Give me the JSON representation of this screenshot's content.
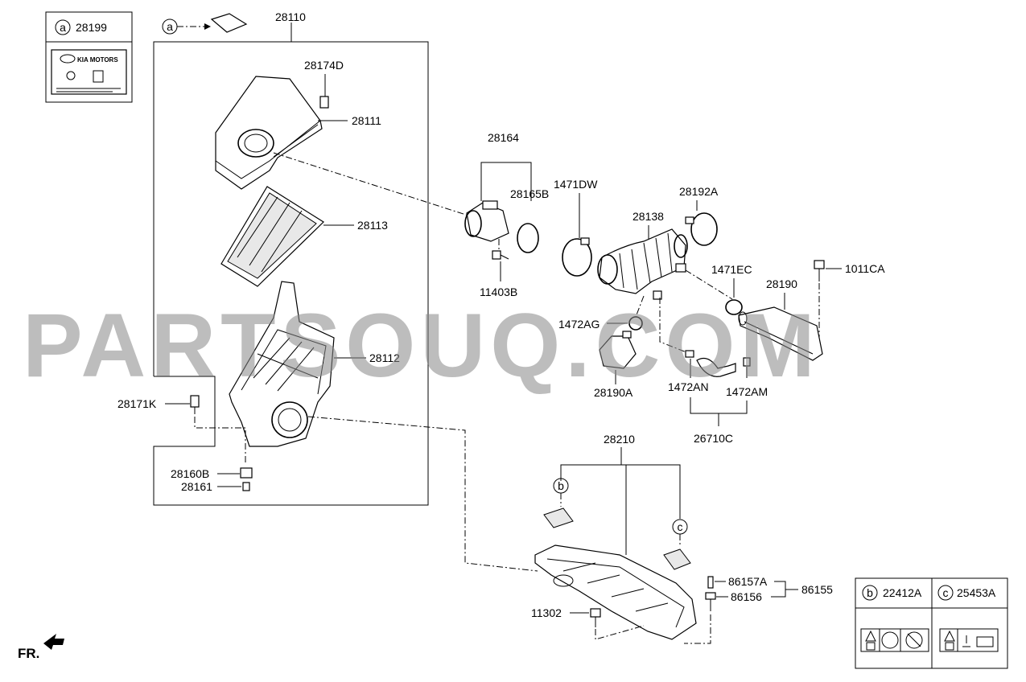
{
  "watermark": "PARTSOUQ.COM",
  "orientation_label": "FR.",
  "inset_a": {
    "marker": "a",
    "part_no": "28199",
    "brand_text": "KIA MOTORS"
  },
  "legend_b": {
    "marker": "b",
    "part_no": "22412A"
  },
  "legend_c": {
    "marker": "c",
    "part_no": "25453A"
  },
  "callouts": {
    "a": "a",
    "b": "b",
    "c": "c"
  },
  "labels": {
    "p28110": "28110",
    "p28174D": "28174D",
    "p28111": "28111",
    "p28113": "28113",
    "p28112": "28112",
    "p28171K": "28171K",
    "p28160B": "28160B",
    "p28161": "28161",
    "p28164": "28164",
    "p28165B": "28165B",
    "p11403B": "11403B",
    "p1471DW": "1471DW",
    "p28138": "28138",
    "p28192A": "28192A",
    "p1471EC": "1471EC",
    "p1011CA": "1011CA",
    "p28190": "28190",
    "p1472AG": "1472AG",
    "p28190A": "28190A",
    "p1472AN": "1472AN",
    "p1472AM": "1472AM",
    "p26710C": "26710C",
    "p28210": "28210",
    "p86157A": "86157A",
    "p86156": "86156",
    "p86155": "86155",
    "p11302": "11302"
  },
  "icons": [
    "warning-triangle-icon",
    "battery-icon",
    "no-hand-icon",
    "no-fire-icon",
    "coolant-level-icon"
  ]
}
